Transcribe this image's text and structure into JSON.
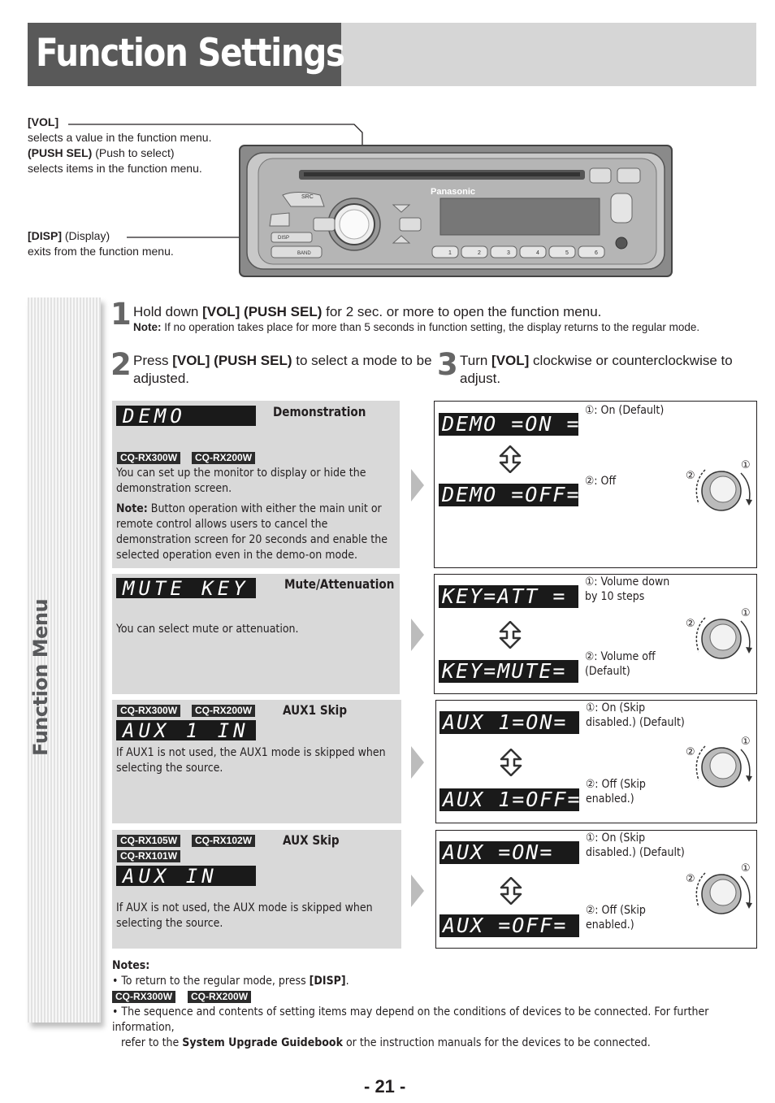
{
  "header": {
    "title": "Function Settings"
  },
  "callouts": {
    "vol_key": "[VOL]",
    "vol_desc": "selects a value in the function menu.",
    "push_sel_key": "(PUSH SEL)",
    "push_sel_paren": " (Push to select)",
    "push_sel_desc": "selects items in the function menu.",
    "disp_key": "[DISP]",
    "disp_paren": " (Display)",
    "disp_desc": "exits from the function menu."
  },
  "device": {
    "brand": "Panasonic",
    "buttons": [
      "SRC",
      "DISP",
      "BAND",
      "1",
      "2",
      "3",
      "4",
      "5",
      "6"
    ]
  },
  "side_tab": {
    "label": "Function Menu"
  },
  "steps": {
    "s1": {
      "num": "1",
      "pre": "Hold down ",
      "bold": "[VOL] (PUSH SEL)",
      "post": " for 2 sec. or more to open the function menu.",
      "note_label": "Note:",
      "note": " If no operation takes place for more than 5 seconds in function setting, the display returns to the regular mode."
    },
    "s2": {
      "num": "2",
      "pre": "Press ",
      "bold": "[VOL] (PUSH SEL)",
      "post": " to select a mode to be adjusted."
    },
    "s3": {
      "num": "3",
      "pre": "Turn ",
      "bold": "[VOL]",
      "post": " clockwise or counterclockwise to adjust."
    }
  },
  "functions": {
    "demo": {
      "lcd": "DEMO",
      "title": "Demonstration",
      "models": [
        "CQ-RX300W",
        "CQ-RX200W"
      ],
      "desc": "You can set up the monitor to display or hide the demonstration screen.",
      "note_label": "Note:",
      "note": " Button operation with either the main unit or remote control allows users to cancel the demonstration screen for 20 seconds and enable the selected operation even in the demo-on mode.",
      "lcd_on": "DEMO =ON =",
      "lcd_off": "DEMO =OFF=",
      "opt1": "①: On (Default)",
      "opt2": "②: Off"
    },
    "mute": {
      "lcd": "MUTE KEY",
      "title": "Mute/Attenuation",
      "desc": "You can select mute or attenuation.",
      "lcd_on": "KEY=ATT =",
      "lcd_off": "KEY=MUTE=",
      "opt1a": "①: Volume down",
      "opt1b": "by 10 steps",
      "opt2a": "②: Volume off",
      "opt2b": "(Default)"
    },
    "aux1": {
      "models": [
        "CQ-RX300W",
        "CQ-RX200W"
      ],
      "lcd": "AUX 1 IN",
      "title": "AUX1 Skip",
      "desc": "If AUX1 is not used, the AUX1 mode is skipped when selecting the source.",
      "lcd_on": "AUX 1=ON=",
      "lcd_off": "AUX 1=OFF=",
      "opt1a": "①: On (Skip",
      "opt1b": "disabled.) (Default)",
      "opt2a": "②: Off (Skip",
      "opt2b": "enabled.)"
    },
    "aux": {
      "models": [
        "CQ-RX105W",
        "CQ-RX102W",
        "CQ-RX101W"
      ],
      "lcd": "AUX IN",
      "title": "AUX Skip",
      "desc": "If AUX is not used, the AUX mode is skipped when selecting the source.",
      "lcd_on": "AUX =ON=",
      "lcd_off": "AUX =OFF=",
      "opt1a": "①: On (Skip",
      "opt1b": "disabled.) (Default)",
      "opt2a": "②: Off (Skip",
      "opt2b": "enabled.)"
    }
  },
  "knob_labels": {
    "one": "①",
    "two": "②"
  },
  "notes": {
    "heading": "Notes:",
    "n1_pre": "• To return to the regular mode, press ",
    "n1_bold": "[DISP]",
    "n1_post": ".",
    "models": [
      "CQ-RX300W",
      "CQ-RX200W"
    ],
    "n2_pre": "• The sequence and contents of setting items may depend on the conditions of devices to be connected. For further information,",
    "n2_line2_pre": "refer to the ",
    "n2_bold": "System Upgrade Guidebook",
    "n2_post": " or the instruction manuals for the devices to be connected."
  },
  "page_number": "- 21 -"
}
